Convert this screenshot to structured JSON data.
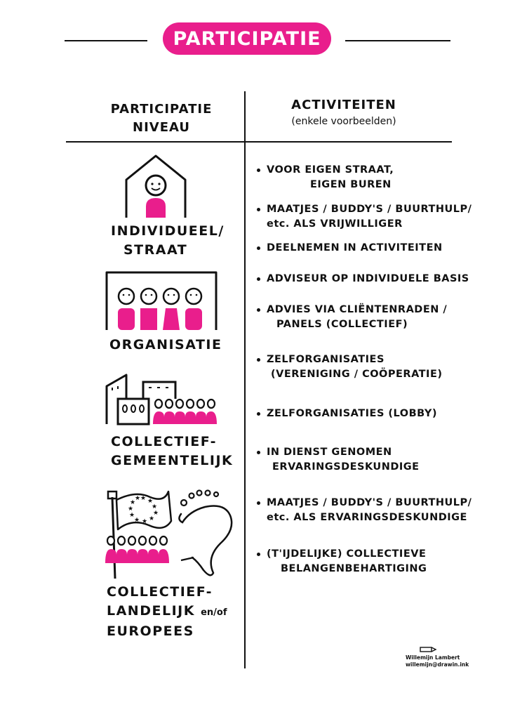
{
  "title": "PARTICIPATIE",
  "accent_color": "#e91e8c",
  "columns": {
    "left": {
      "line1": "PARTICIPATIE",
      "line2": "NIVEAU"
    },
    "right": {
      "line1": "ACTIVITEITEN",
      "line2": "(enkele voorbeelden)"
    }
  },
  "levels": [
    {
      "line1": "INDIVIDUEEL/",
      "line2": "STRAAT",
      "icon": "house-person-icon"
    },
    {
      "line1": "ORGANISATIE",
      "icon": "organisation-group-icon"
    },
    {
      "line1": "COLLECTIEF-",
      "line2": "GEMEENTELIJK",
      "icon": "city-crowd-icon"
    },
    {
      "line1": "COLLECTIEF-",
      "line2a": "LANDELIJK",
      "line2b": "en/of",
      "line3": "EUROPEES",
      "icon": "eu-flag-crowd-icon"
    }
  ],
  "activities": [
    {
      "line1": "VOOR EIGEN STRAAT,",
      "line2": "EIGEN BUREN"
    },
    {
      "line1": "MAATJES / BUDDY'S / BUURTHULP/",
      "line2": "etc. ALS VRIJWILLIGER"
    },
    {
      "line1": "DEELNEMEN IN ACTIVITEITEN"
    },
    {
      "line1": "ADVISEUR OP INDIVIDUELE BASIS"
    },
    {
      "line1": "ADVIES VIA CLIËNTENRADEN /",
      "line2": "PANELS (COLLECTIEF)"
    },
    {
      "line1": "ZELFORGANISATIES",
      "line2": "(VERENIGING / COÖPERATIE)"
    },
    {
      "line1": "ZELFORGANISATIES (LOBBY)"
    },
    {
      "line1": "IN DIENST GENOMEN",
      "line2": "ERVARINGSDESKUNDIGE"
    },
    {
      "line1": "MAATJES / BUDDY'S / BUURTHULP/",
      "line2": "etc. ALS ERVARINGSDESKUNDIGE"
    },
    {
      "line1": "(T'IJDELIJKE) COLLECTIEVE",
      "line2": "BELANGENBEHARTIGING"
    }
  ],
  "signature": {
    "name": "Willemijn Lambert",
    "email": "willemijn@drawin.ink"
  }
}
